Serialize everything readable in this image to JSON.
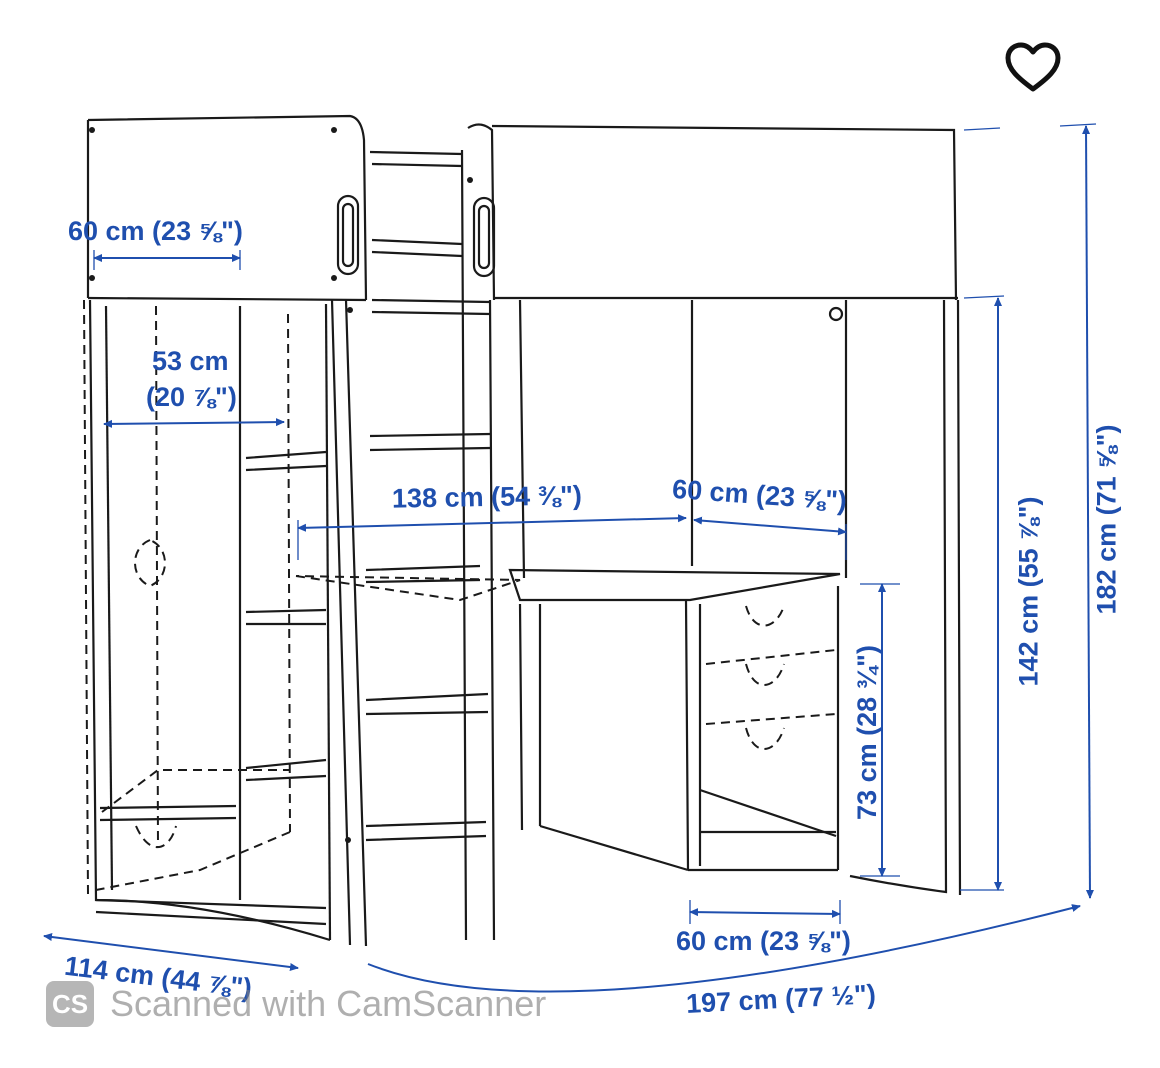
{
  "colors": {
    "dimension": "#1f4fae",
    "line": "#1a1a1a",
    "watermark": "#7f7f7f"
  },
  "icons": {
    "favorite": "heart-outline-icon",
    "watermark_logo": "camscanner-logo-icon"
  },
  "dimensions": {
    "top_width": "60 cm (23 ⅝\")",
    "wardrobe_inner": "53 cm",
    "wardrobe_inner_in": "(20 ⅞\")",
    "desk_length": "138 cm (54 ⅜\")",
    "desk_depth": "60 cm (23 ⅝\")",
    "desk_height": "73 cm (28 ¾\")",
    "under_bed_height": "142 cm (55 ⅞\")",
    "total_height": "182 cm (71 ⅝\")",
    "drawer_width": "60 cm (23 ⅝\")",
    "depth": "114 cm (44 ⅞\")",
    "total_length": "197 cm (77 ½\")"
  },
  "watermark": {
    "logo": "CS",
    "text": "Scanned with CamScanner"
  }
}
